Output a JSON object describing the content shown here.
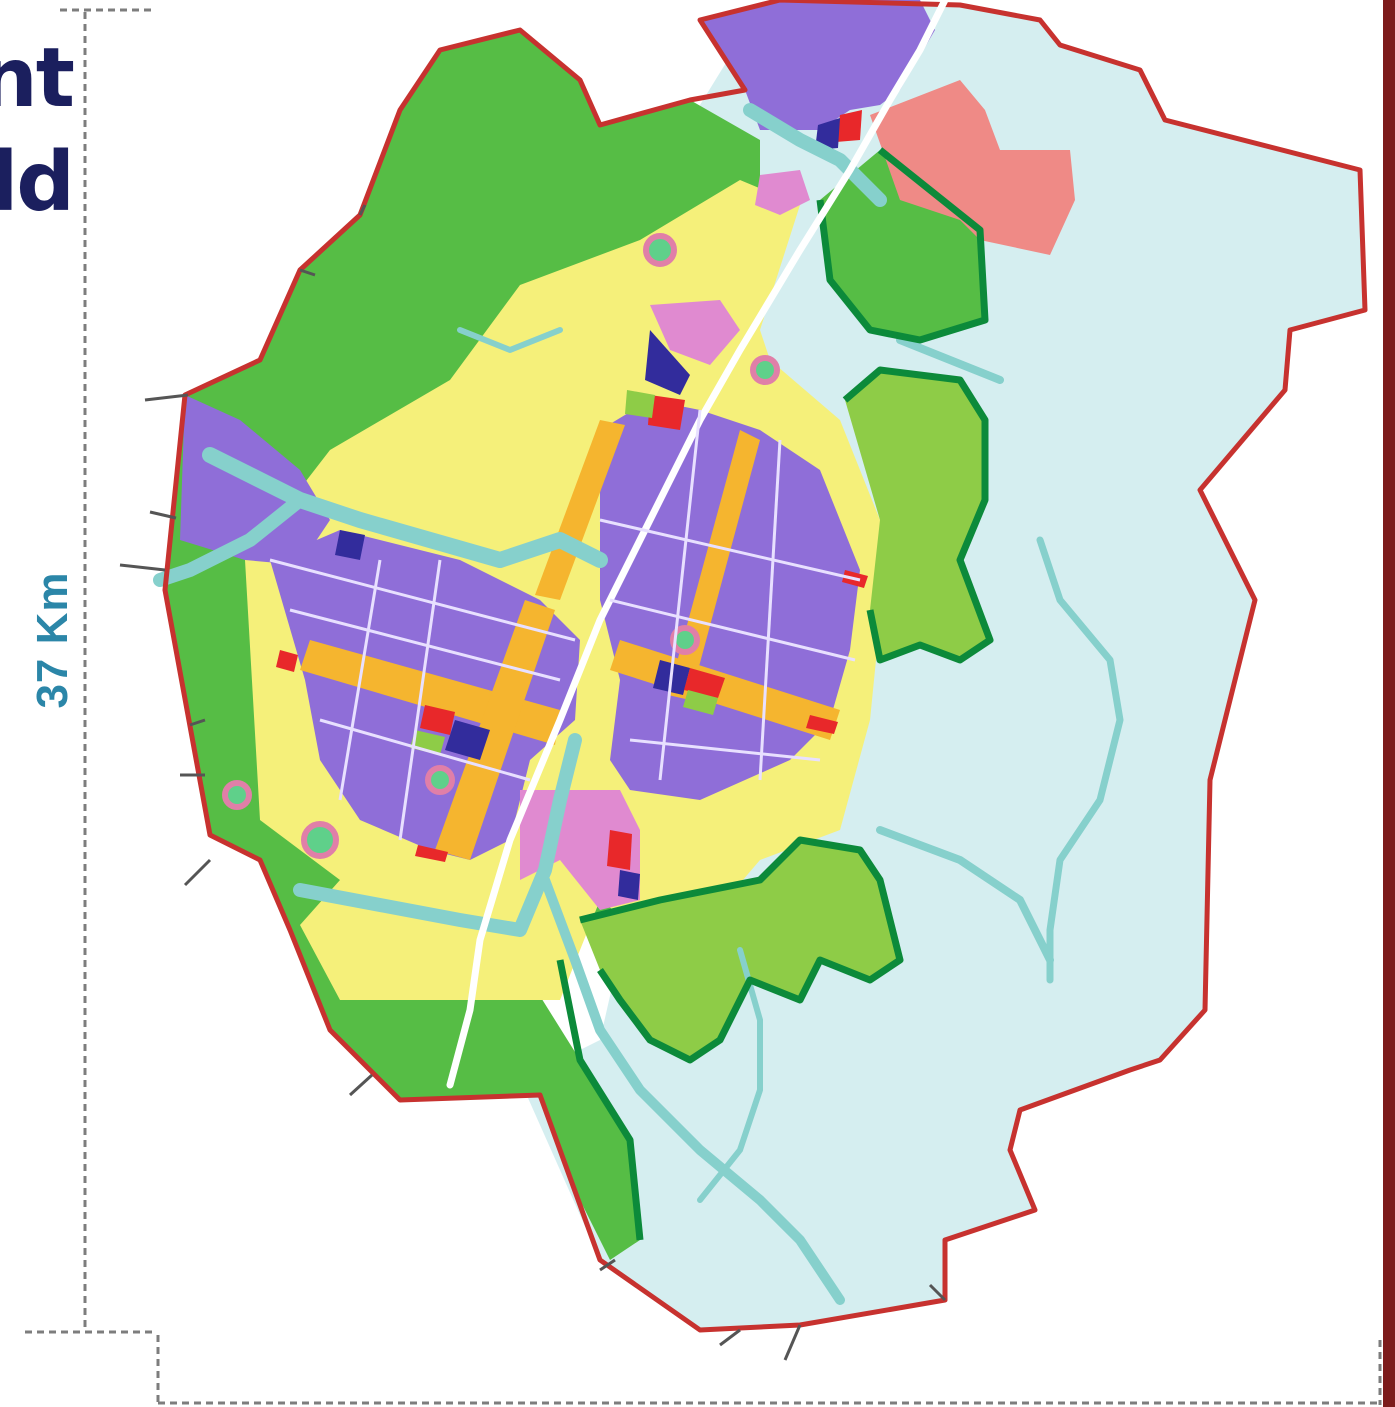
{
  "title": {
    "line1": "nt",
    "line2": "ld"
  },
  "scale": {
    "vertical_label": "37 Km"
  },
  "colors": {
    "boundary": "#c7322f",
    "forest": "#56bd45",
    "light_green": "#8ecc47",
    "dark_green_edge": "#0c8a3a",
    "residential": "#b04fd0",
    "purple_zone": "#8f6ed8",
    "commercial": "#f5b52f",
    "yellow_zone": "#f5f07a",
    "water": "#86d0cc",
    "rural": "#d5eef0",
    "pink": "#e08ad0",
    "salmon": "#ef8a86",
    "navy": "#322c9c",
    "red": "#e8282a",
    "road": "#ffffff",
    "title_text": "#1b1f5e",
    "scale_text": "#2b86a8",
    "right_band": "#7d1b1b"
  }
}
